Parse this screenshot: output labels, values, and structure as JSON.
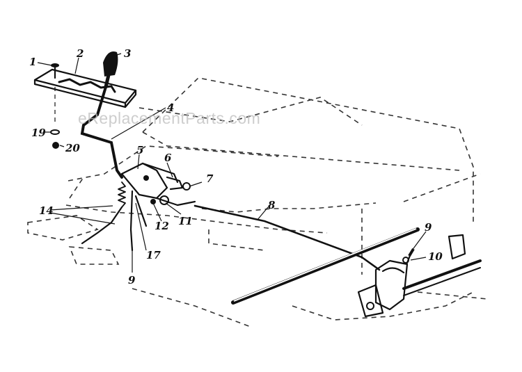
{
  "watermark": "eReplacementParts.com",
  "callouts": [
    "1",
    "2",
    "3",
    "4",
    "5",
    "6",
    "7",
    "8",
    "9",
    "10",
    "11",
    "12",
    "14",
    "17",
    "9",
    "19",
    "20"
  ]
}
